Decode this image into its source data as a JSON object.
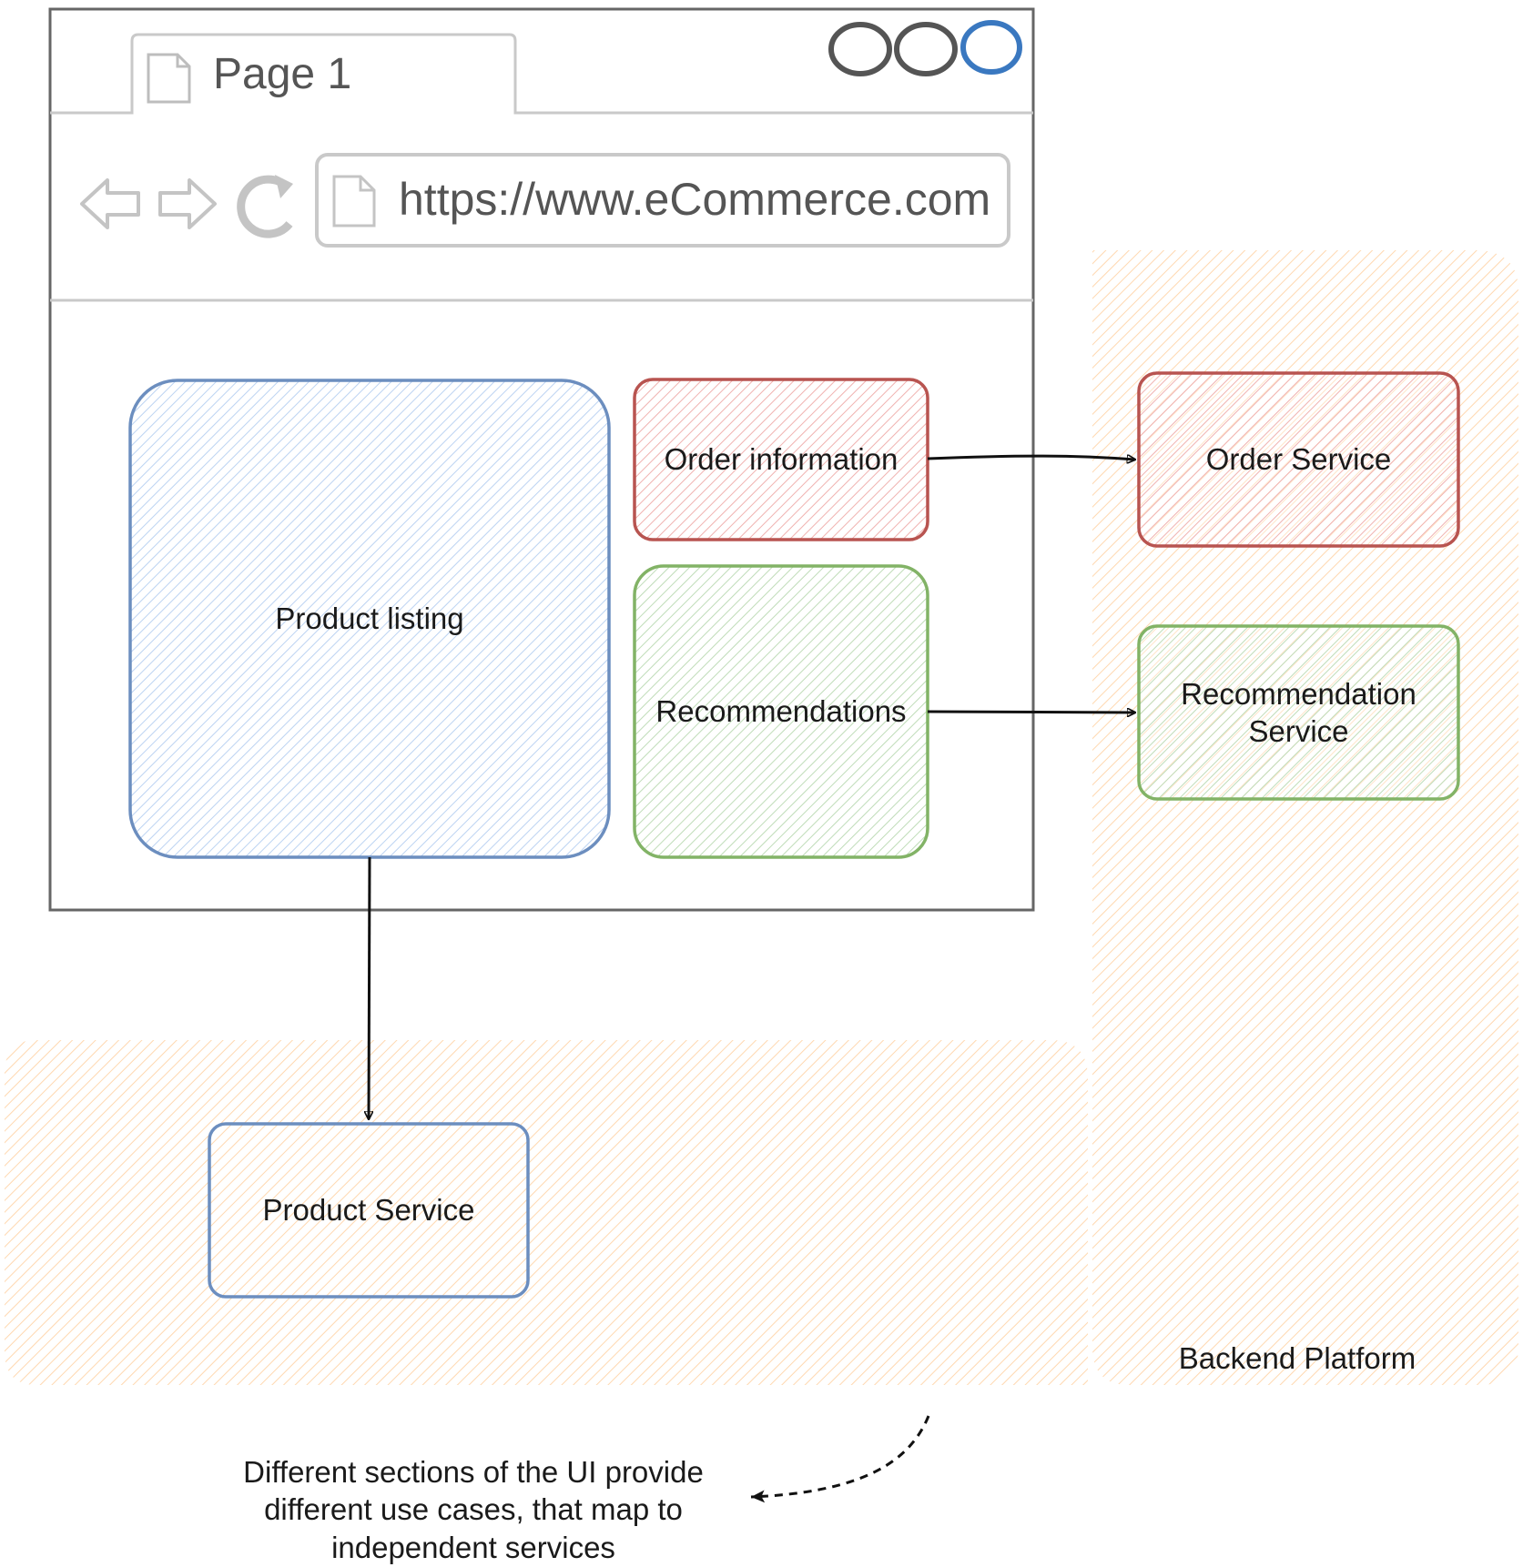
{
  "browser": {
    "tab_title": "Page 1",
    "url": "https://www.eCommerce.com",
    "icons": [
      "document-icon",
      "back-arrow-icon",
      "forward-arrow-icon",
      "reload-icon",
      "window-control-icons"
    ]
  },
  "ui_sections": {
    "product_listing": "Product listing",
    "order_information": "Order information",
    "recommendations": "Recommendations"
  },
  "services": {
    "order_service": "Order Service",
    "recommendation_service": "Recommendation\nService",
    "product_service": "Product Service"
  },
  "backend_label": "Backend Platform",
  "caption": "Different sections of the UI provide\ndifferent use cases, that map to\nindependent services",
  "colors": {
    "blue_stroke": "#6c8ebf",
    "blue_fill": "#dae8fc",
    "red_stroke": "#b85450",
    "red_fill": "#f8cecc",
    "green_stroke": "#82b366",
    "green_fill": "#d5e8d4",
    "orange_fill": "#ffe6cc",
    "browser_frame": "#666666",
    "window_control_accent": "#3a78c0"
  }
}
